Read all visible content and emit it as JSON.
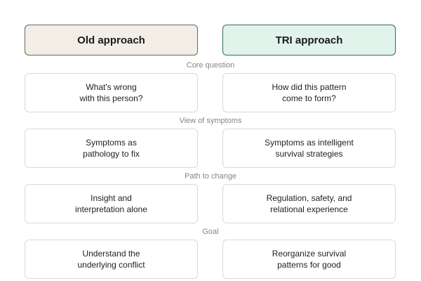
{
  "headers": {
    "old": "Old approach",
    "new": "TRI approach"
  },
  "rows": [
    {
      "label": "Core question",
      "old": "What's wrong\nwith this person?",
      "new": "How did this pattern\ncome to form?"
    },
    {
      "label": "View of symptoms",
      "old": "Symptoms as\npathology to fix",
      "new": "Symptoms as intelligent\nsurvival strategies"
    },
    {
      "label": "Path to change",
      "old": "Insight and\ninterpretation alone",
      "new": "Regulation, safety, and\nrelational experience"
    },
    {
      "label": "Goal",
      "old": "Understand the\nunderlying conflict",
      "new": "Reorganize survival\npatterns for good"
    }
  ],
  "colors": {
    "old_header_fill": "#f2eee6",
    "old_header_border": "#6b6760",
    "new_header_fill": "#e2f3ec",
    "new_header_border": "#2f6e57",
    "cell_border": "#ddd9cf",
    "label_text": "#888580"
  }
}
